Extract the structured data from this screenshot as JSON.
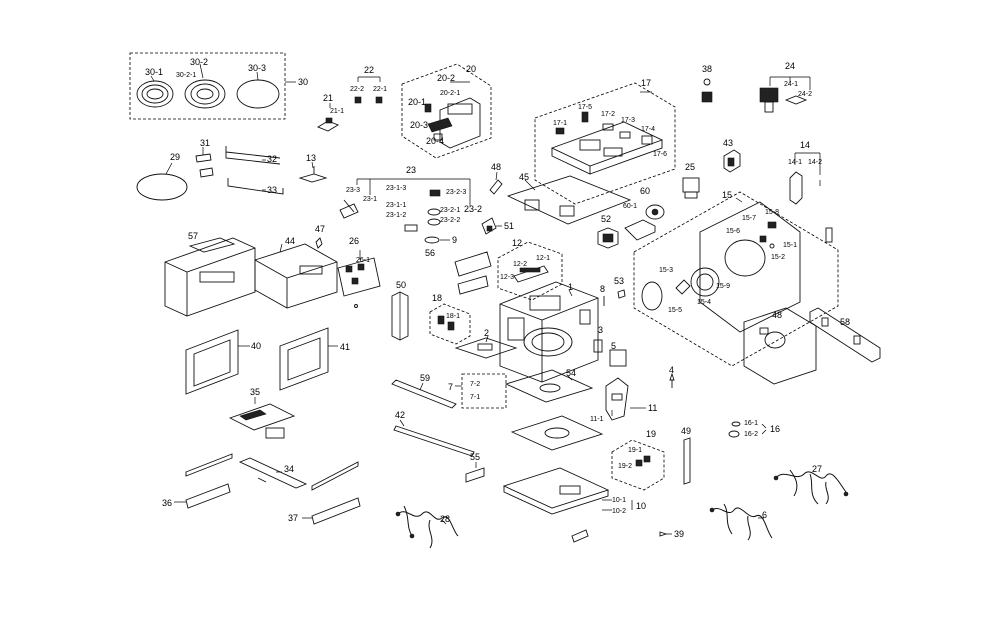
{
  "labels": {
    "l30_1": "30-1",
    "l30_2": "30-2",
    "l30_2_1": "30-2-1",
    "l30_3": "30-3",
    "l30": "30",
    "l31": "31",
    "l32": "32",
    "l33": "33",
    "l29": "29",
    "l13": "13",
    "l21": "21",
    "l21_1": "21-1",
    "l22": "22",
    "l22_2": "22-2",
    "l22_1": "22-1",
    "l20": "20",
    "l20_2": "20-2",
    "l20_2_1": "20-2-1",
    "l20_1": "20-1",
    "l20_3": "20-3",
    "l20_4": "20-4",
    "l23": "23",
    "l23_3": "23-3",
    "l23_1": "23-1",
    "l23_1_3": "23-1-3",
    "l23_2_3": "23-2-3",
    "l23_1_1": "23-1-1",
    "l23_1_2": "23-1-2",
    "l23_2_1": "23-2-1",
    "l23_2_2": "23-2-2",
    "l23_2": "23-2",
    "l9": "9",
    "l48a": "48",
    "l45": "45",
    "l51": "51",
    "l17": "17",
    "l17_1": "17-1",
    "l17_5": "17-5",
    "l17_2": "17-2",
    "l17_3": "17-3",
    "l17_4": "17-4",
    "l17_6": "17-6",
    "l38": "38",
    "l24": "24",
    "l24_1": "24-1",
    "l24_2": "24-2",
    "l43": "43",
    "l25": "25",
    "l14": "14",
    "l14_1": "14-1",
    "l14_2": "14-2",
    "l60": "60",
    "l60_1": "60-1",
    "l52": "52",
    "l15": "15",
    "l15_8": "15-8",
    "l15_7": "15-7",
    "l15_6": "15-6",
    "l15_1": "15-1",
    "l15_2": "15-2",
    "l15_3": "15-3",
    "l15_9": "15-9",
    "l15_4": "15-4",
    "l15_5": "15-5",
    "l57": "57",
    "l44": "44",
    "l47": "47",
    "l26": "26",
    "l26_1": "26-1",
    "l56": "56",
    "l12": "12",
    "l12_1": "12-1",
    "l12_2": "12-2",
    "l12_3": "12-3",
    "l1": "1",
    "l53": "53",
    "l8": "8",
    "l50": "50",
    "l18": "18",
    "l18_1": "18-1",
    "l2": "2",
    "l3": "3",
    "l5": "5",
    "l48b": "48",
    "l58": "58",
    "l40": "40",
    "l41": "41",
    "l59": "59",
    "l7": "7",
    "l7_2": "7-2",
    "l7_1": "7-1",
    "l54": "54",
    "l4": "4",
    "l11": "11",
    "l11_1": "11-1",
    "l35": "35",
    "l42": "42",
    "l19": "19",
    "l19_1": "19-1",
    "l19_2": "19-2",
    "l49": "49",
    "l16": "16",
    "l16_1": "16-1",
    "l16_2": "16-2",
    "l27": "27",
    "l34": "34",
    "l36": "36",
    "l37": "37",
    "l55": "55",
    "l28": "28",
    "l10": "10",
    "l10_1": "10-1",
    "l10_2": "10-2",
    "l39": "39",
    "l6": "6"
  }
}
